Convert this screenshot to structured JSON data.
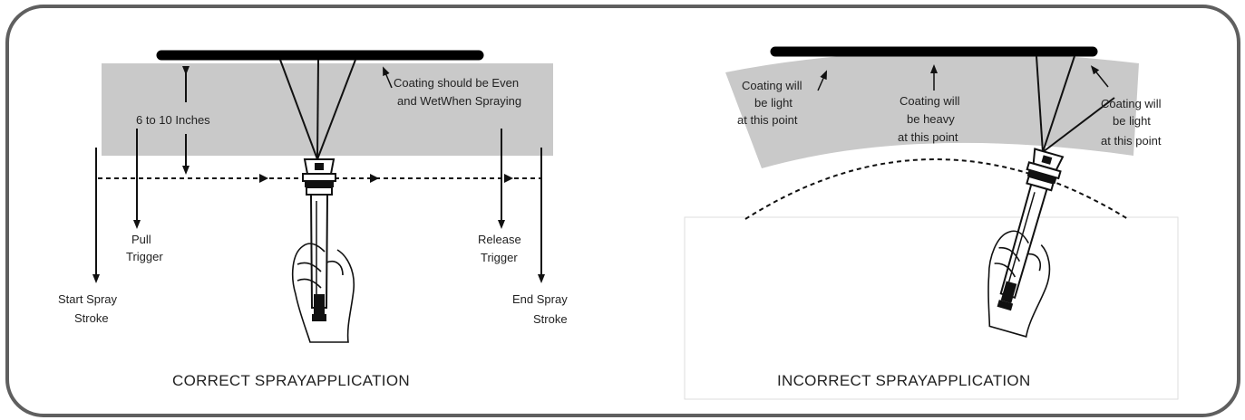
{
  "left_panel": {
    "caption": "CORRECT SPRAYAPPLICATION",
    "distance_label": "6 to 10 Inches",
    "coating_note": [
      "Coating should be Even",
      "and WetWhen Spraying"
    ],
    "pull_trigger": [
      "Pull",
      "Trigger"
    ],
    "release_trigger": [
      "Release",
      "Trigger"
    ],
    "start_stroke": [
      "Start Spray",
      "Stroke"
    ],
    "end_stroke": [
      "End Spray",
      "Stroke"
    ]
  },
  "right_panel": {
    "caption": "INCORRECT SPRAYAPPLICATION",
    "left_note": [
      "Coating will",
      "be light",
      "at this point"
    ],
    "center_note": [
      "Coating will",
      "be heavy",
      "at this point"
    ],
    "right_note": [
      "Coating will",
      "be light",
      "at this point"
    ]
  },
  "colors": {
    "frame_border": "#5f5f5f",
    "spray_band": "#c9c9c9",
    "surface_bar": "#000000"
  },
  "icons": [
    "spray-gun-icon",
    "hand-icon",
    "arrow-icon"
  ]
}
